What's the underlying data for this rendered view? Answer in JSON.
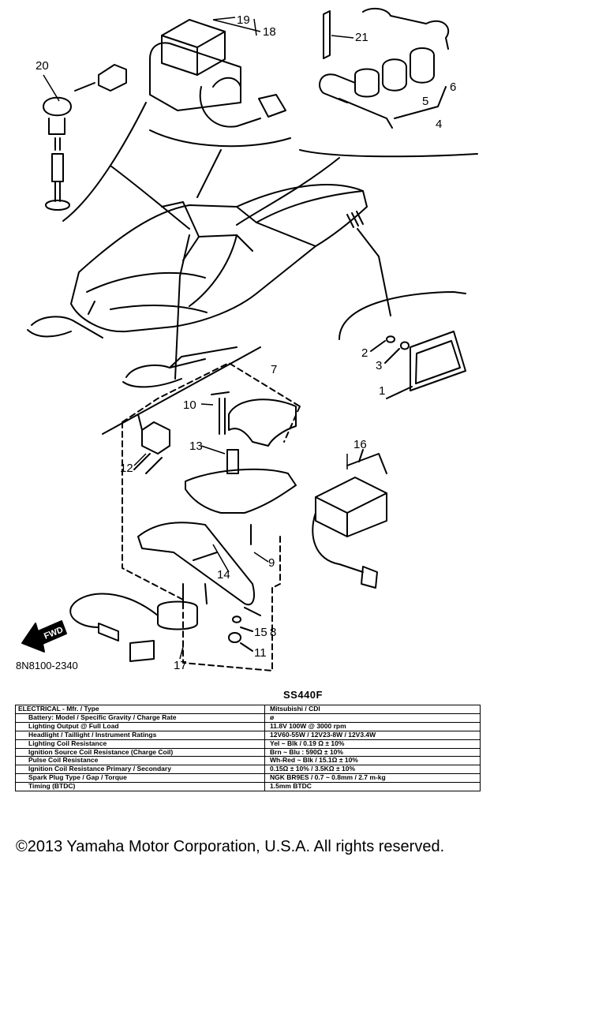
{
  "diagram": {
    "figure_code": "8N8100-2340",
    "fwd_label": "FWD",
    "callouts": [
      "1",
      "2",
      "3",
      "4",
      "5",
      "6",
      "7",
      "8",
      "9",
      "10",
      "11",
      "12",
      "13",
      "14",
      "15",
      "16",
      "17",
      "18",
      "19",
      "20",
      "21"
    ]
  },
  "spec": {
    "model": "SS440F",
    "rows": [
      {
        "label": "ELECTRICAL - Mfr. / Type",
        "value": "Mitsubishi / CDI"
      },
      {
        "label": "Battery: Model / Specific Gravity / Charge Rate",
        "value": "ø"
      },
      {
        "label": "Lighting Output @ Full Load",
        "value": "11.8V 100W @ 3000 rpm"
      },
      {
        "label": "Headlight / Taillight / Instrument Ratings",
        "value": "12V60-55W / 12V23-8W / 12V3.4W"
      },
      {
        "label": "Lighting Coil Resistance",
        "value": "Yel ~ Blk / 0.19 Ω ± 10%"
      },
      {
        "label": "Ignition Source Coil Resistance (Charge Coil)",
        "value": "Brn ~ Blu : 590Ω ± 10%"
      },
      {
        "label": "Pulse Coil Resistance",
        "value": "Wh-Red ~ Blk / 15.1Ω ± 10%"
      },
      {
        "label": "Ignition Coil Resistance Primary / Secondary",
        "value": "0.15Ω ± 10% / 3.5KΩ ± 10%"
      },
      {
        "label": "Spark Plug Type / Gap / Torque",
        "value": "NGK BR9ES / 0.7 ~ 0.8mm / 2.7 m-kg"
      },
      {
        "label": "Timing (BTDC)",
        "value": "1.5mm BTDC"
      }
    ]
  },
  "copyright": "©2013 Yamaha Motor Corporation, U.S.A. All rights reserved."
}
